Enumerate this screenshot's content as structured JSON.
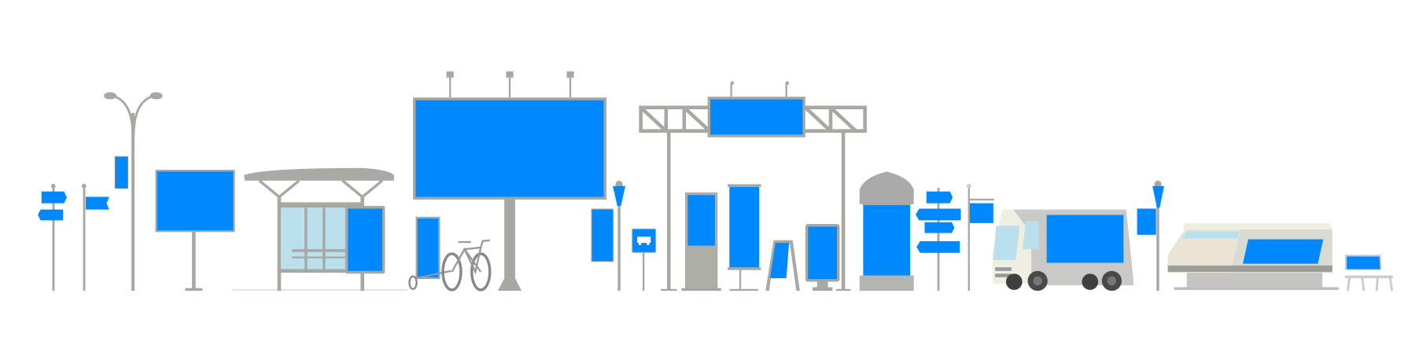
{
  "scene": {
    "description_tags": [
      "street-signs",
      "street-lamp",
      "billboard",
      "bus-shelter",
      "bicycle-ad",
      "gantry-billboard",
      "bus-stop-sign",
      "kiosk",
      "roll-up-banner",
      "a-frame",
      "digital-totem",
      "advertising-column",
      "direction-signs",
      "van",
      "train",
      "bench"
    ]
  },
  "colors": {
    "ad_blue": "#0088ff",
    "frame_gray": "#a7a8a1",
    "glass_blue": "#b9e0ec",
    "vehicle_gray": "#c9c9c7",
    "cream": "#efeee0",
    "tire_dark": "#4a4a4a"
  }
}
